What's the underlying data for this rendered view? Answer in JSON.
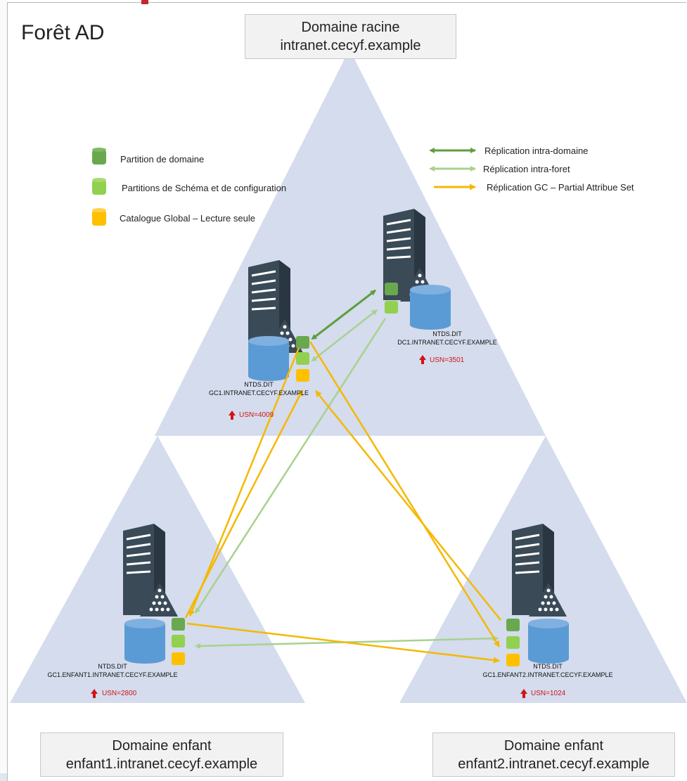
{
  "title": "Forêt AD",
  "root_domain": {
    "line1": "Domaine racine",
    "line2": "intranet.cecyf.example"
  },
  "child_domain_1": {
    "line1": "Domaine enfant",
    "line2": "enfant1.intranet.cecyf.example"
  },
  "child_domain_2": {
    "line1": "Domaine enfant",
    "line2": "enfant2.intranet.cecyf.example"
  },
  "legend_partitions": {
    "domain": "Partition de domaine",
    "schema_config": "Partitions de Schéma et de configuration",
    "global_catalog": "Catalogue Global – Lecture seule"
  },
  "legend_replication": {
    "intra_domain": "Réplication intra-domaine",
    "intra_forest": "Réplication intra-foret",
    "gc_partial": "Réplication GC – Partial Attribue Set"
  },
  "servers": {
    "gc1_root": {
      "db": "NTDS.DIT",
      "name": "GC1.INTRANET.CECYF.EXAMPLE",
      "usn": "USN=4009"
    },
    "dc1_root": {
      "db": "NTDS.DIT",
      "name": "DC1.INTRANET.CECYF.EXAMPLE",
      "usn": "USN=3501"
    },
    "gc1_enfant1": {
      "db": "NTDS.DIT",
      "name": "GC1.ENFANT1.INTRANET.CECYF.EXAMPLE",
      "usn": "USN=2800"
    },
    "gc1_enfant2": {
      "db": "NTDS.DIT",
      "name": "GC1.ENFANT2.INTRANET.CECYF.EXAMPLE",
      "usn": "USN=1024"
    }
  },
  "colors": {
    "triangle": "#d4dced",
    "domain_partition": "#6aa84f",
    "schema_partition": "#92d050",
    "global_catalog": "#ffc000",
    "db": "#5b9bd5",
    "server": "#3a4a57",
    "intra_domain_arrow": "#5e9e3e",
    "intra_forest_arrow": "#a9d18e",
    "gc_arrow": "#f5b800",
    "usn": "#d01515"
  }
}
